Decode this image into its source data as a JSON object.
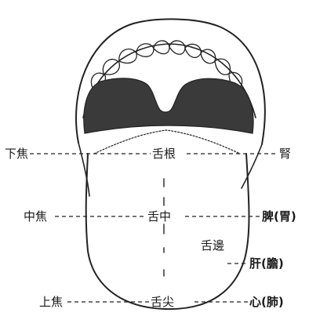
{
  "labels": {
    "lower_jiao": "下焦",
    "middle_jiao": "中焦",
    "upper_jiao": "上焦",
    "tongue_root": "舌根",
    "tongue_middle": "舌中",
    "tongue_edge": "舌邊",
    "tongue_tip": "舌尖",
    "kidney": "腎",
    "spleen_stomach": "脾(胃)",
    "liver_gallbladder": "肝(膽)",
    "heart_lung": "心(肺)"
  }
}
